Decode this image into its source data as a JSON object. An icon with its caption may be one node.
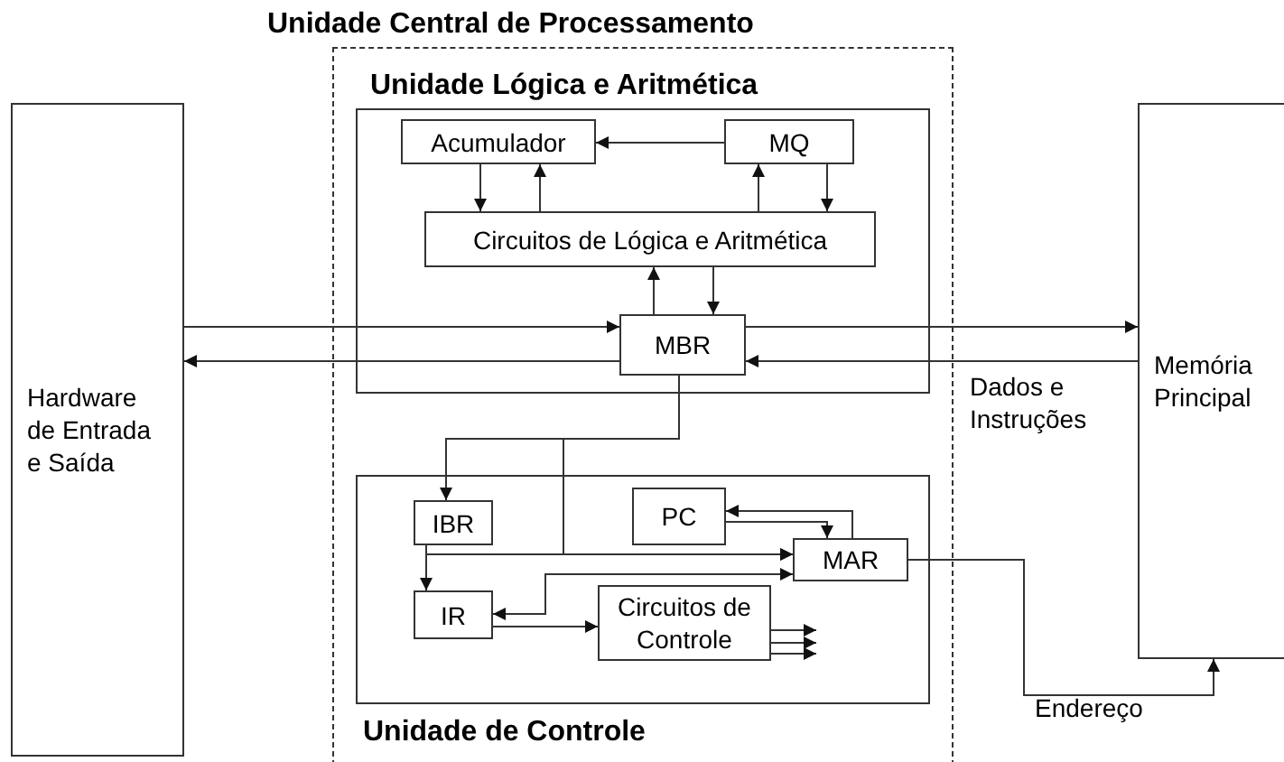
{
  "diagram": {
    "nodes": [
      {
        "text": [
          "Unidade Central de Processamento"
        ]
      },
      {
        "text": [
          "Unidade Lógica e Aritmética"
        ],
        "in": 0
      },
      {
        "text": [
          "Acumulador"
        ],
        "in": 1
      },
      {
        "text": [
          "MQ"
        ],
        "in": 1
      },
      {
        "text": [
          "Circuitos de Lógica e Aritmética"
        ],
        "in": 1
      },
      {
        "text": [
          "MBR"
        ],
        "in": 1
      },
      {
        "text": [
          "Unidade de Controle"
        ],
        "in": 0
      },
      {
        "text": [
          "IBR"
        ],
        "in": 6
      },
      {
        "text": [
          "PC"
        ],
        "in": 6
      },
      {
        "text": [
          "MAR"
        ],
        "in": 6
      },
      {
        "text": [
          "IR"
        ],
        "in": 6
      },
      {
        "text": [
          "Circuitos de Controle"
        ],
        "in": 6
      },
      {
        "text": [
          "Hardware de Entrada e Saída"
        ]
      },
      {
        "text": [
          "Memória Principal"
        ]
      }
    ],
    "edges": [
      {
        "from": 3,
        "to": 2,
        "arrow": "to"
      },
      {
        "from": 2,
        "to": 4,
        "arrow": "to"
      },
      {
        "from": 4,
        "to": 2,
        "arrow": "to"
      },
      {
        "from": 4,
        "to": 3,
        "arrow": "to"
      },
      {
        "from": 3,
        "to": 4,
        "arrow": "to"
      },
      {
        "from": 5,
        "to": 4,
        "arrow": "to"
      },
      {
        "from": 4,
        "to": 5,
        "arrow": "to"
      },
      {
        "from": 12,
        "to": 5,
        "arrow": "to"
      },
      {
        "from": 5,
        "to": 13,
        "arrow": "to"
      },
      {
        "from": 13,
        "to": 5,
        "arrow": "to"
      },
      {
        "from": 5,
        "to": 12,
        "arrow": "to"
      },
      {
        "from": 5,
        "to": 7,
        "arrow": "to"
      },
      {
        "from": 5,
        "to": 9,
        "arrow": "to"
      },
      {
        "from": 7,
        "to": 10,
        "arrow": "to"
      },
      {
        "from": 7,
        "to": 9,
        "arrow": "to"
      },
      {
        "from": 9,
        "to": 8,
        "arrow": "to"
      },
      {
        "from": 8,
        "to": 9,
        "arrow": "to"
      },
      {
        "from": 10,
        "to": 9,
        "arrow": "both"
      },
      {
        "from": 10,
        "to": 11,
        "arrow": "to"
      },
      {
        "from": 11,
        "to": null,
        "arrow": "to"
      },
      {
        "from": 11,
        "to": null,
        "arrow": "to"
      },
      {
        "from": 11,
        "to": null,
        "arrow": "to"
      },
      {
        "from": 9,
        "to": 13,
        "arrow": "to"
      }
    ],
    "labels": [
      "Dados e Instruções",
      "Endereço"
    ]
  }
}
